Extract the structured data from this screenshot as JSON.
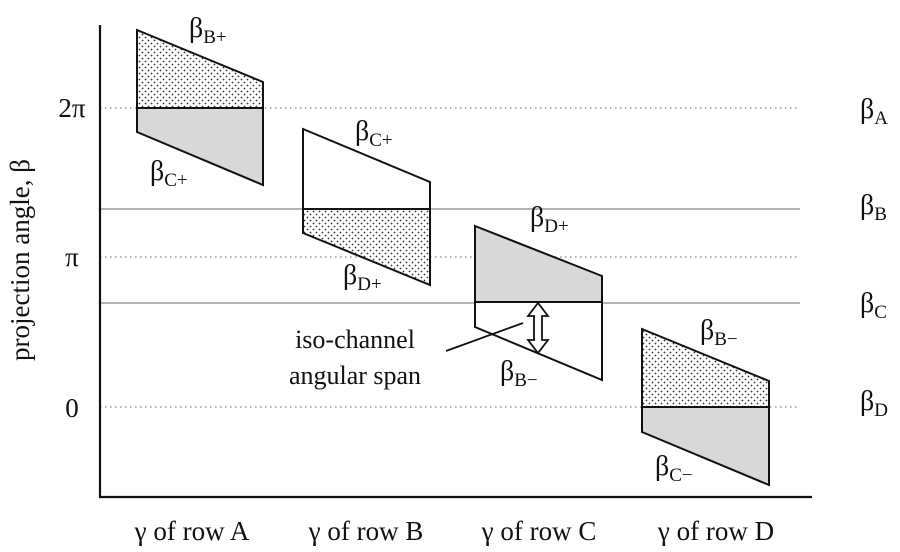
{
  "y_axis": {
    "label": "projection angle, β",
    "ticks": [
      "2π",
      "π",
      "0"
    ]
  },
  "x_axis": {
    "categories": [
      "γ of row A",
      "γ of row B",
      "γ of row C",
      "γ of row D"
    ]
  },
  "reference_lines": [
    {
      "beta": "β",
      "sub": "A"
    },
    {
      "beta": "β",
      "sub": "B"
    },
    {
      "beta": "β",
      "sub": "C"
    },
    {
      "beta": "β",
      "sub": "D"
    }
  ],
  "shapes": {
    "row_a": {
      "top_label": {
        "beta": "β",
        "sub": "B+"
      },
      "bottom_label": {
        "beta": "β",
        "sub": "C+"
      }
    },
    "row_b": {
      "top_label": {
        "beta": "β",
        "sub": "C+"
      },
      "bottom_label": {
        "beta": "β",
        "sub": "D+"
      }
    },
    "row_c": {
      "top_label": {
        "beta": "β",
        "sub": "D+"
      },
      "bottom_label": {
        "beta": "β",
        "sub": "B−"
      }
    },
    "row_d": {
      "top_label": {
        "beta": "β",
        "sub": "B−"
      },
      "bottom_label": {
        "beta": "β",
        "sub": "C−"
      }
    }
  },
  "annotation": {
    "line1": "iso-channel",
    "line2": "angular span"
  },
  "colors": {
    "axis": "#111111",
    "dotted_reference": "#9a9a9a",
    "solid_reference": "#b5b5b5",
    "grey_fill": "#d8d8d8",
    "dot_texture": "#333333"
  }
}
